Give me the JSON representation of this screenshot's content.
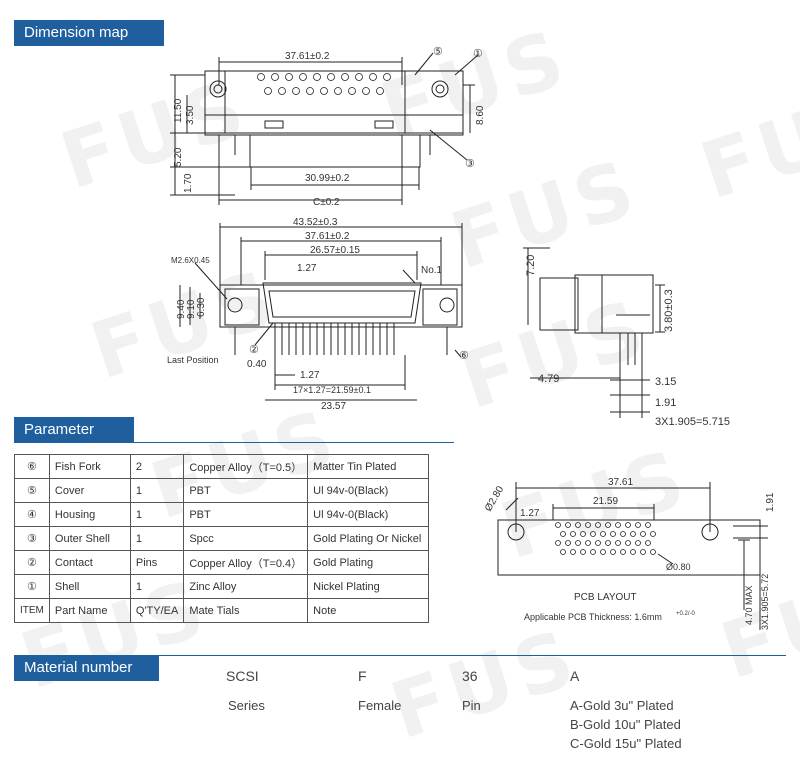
{
  "sections": {
    "dimension_map": "Dimension map",
    "parameter": "Parameter",
    "material_number": "Material number"
  },
  "watermark": "FUS",
  "top_view": {
    "width": "37.61±0.2",
    "pitch1": "30.99±0.2",
    "c_dim": "C±0.2",
    "h1": "11.50",
    "h2": "3.50",
    "h3": "5.20",
    "h4": "1.70",
    "h5": "8.60",
    "callout_1": "①",
    "callout_5": "⑤",
    "callout_3": "③"
  },
  "front_view": {
    "w1": "43.52±0.3",
    "w2": "37.61±0.2",
    "w3": "26.57±0.15",
    "pitch": "1.27",
    "screw": "M2.6X0.45",
    "no1": "No.1",
    "h1": "9.40",
    "h2": "9.10",
    "h3": "6.30",
    "last_position": "Last Position",
    "d040": "0.40",
    "d127": "1.27",
    "pin_span": "17×1.27=21.59±0.1",
    "total": "23.57",
    "callout_2": "②",
    "callout_6": "⑥"
  },
  "side_view": {
    "h720": "7.20",
    "h380": "3.80±0.3",
    "w479": "4.79",
    "w315": "3.15",
    "w191": "1.91",
    "pitch": "3X1.905=5.715"
  },
  "pcb_layout": {
    "w3761": "37.61",
    "w2159": "21.59",
    "d127": "1.27",
    "hole280": "Ø2.80",
    "hole080": "Ø0.80",
    "v191": "1.91",
    "v470": "4.70 MAX",
    "v572": "3X1.905=5.72",
    "title": "PCB LAYOUT",
    "thickness": "Applicable PCB Thickness: 1.6mm",
    "tolerance": "+0.2/-0"
  },
  "parameter_table": {
    "rows": [
      {
        "item": "⑥",
        "name": "Fish Fork",
        "qty": "2",
        "material": "Copper Alloy（T=0.5）",
        "note": "Matter Tin Plated"
      },
      {
        "item": "⑤",
        "name": "Cover",
        "qty": "1",
        "material": "PBT",
        "note": "Ul 94v-0(Black)"
      },
      {
        "item": "④",
        "name": "Housing",
        "qty": "1",
        "material": "PBT",
        "note": "Ul 94v-0(Black)"
      },
      {
        "item": "③",
        "name": "Outer Shell",
        "qty": "1",
        "material": "Spcc",
        "note": "Gold Plating Or Nickel"
      },
      {
        "item": "②",
        "name": "Contact",
        "qty": "Pins",
        "material": "Copper Alloy（T=0.4）",
        "note": "Gold Plating"
      },
      {
        "item": "①",
        "name": "Shell",
        "qty": "1",
        "material": "Zinc Alloy",
        "note": "Nickel Plating"
      }
    ],
    "header": {
      "item": "ITEM",
      "name": "Part Name",
      "qty": "Q'TY/EA",
      "material": "Mate Tials",
      "note": "Note"
    }
  },
  "material": {
    "code": [
      "SCSI",
      "F",
      "36",
      "A"
    ],
    "desc": [
      "Series",
      "Female",
      "Pin"
    ],
    "plating": [
      "A-Gold 3u\" Plated",
      "B-Gold 10u\" Plated",
      "C-Gold 15u\" Plated"
    ]
  },
  "colors": {
    "banner": "#1f5f9e",
    "line": "#222222"
  }
}
